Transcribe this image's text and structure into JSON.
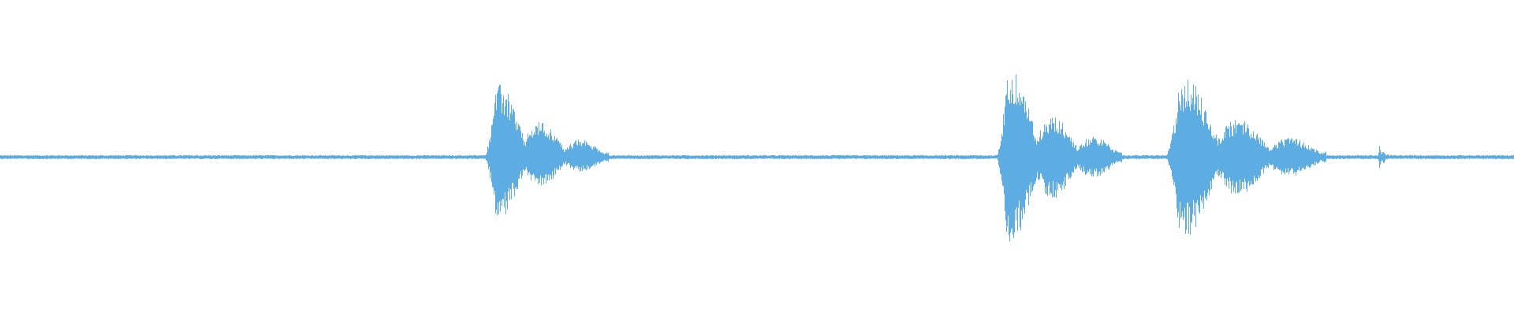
{
  "waveform": {
    "color": "#5DADE2",
    "background": "#FFFFFF",
    "segments": [
      {
        "start": 0.32,
        "end": 0.402,
        "peak_up": 0.85,
        "peak_down": 0.72
      },
      {
        "start": 0.658,
        "end": 0.741,
        "peak_up": 1.0,
        "peak_down": 1.0
      },
      {
        "start": 0.77,
        "end": 0.876,
        "peak_up": 0.93,
        "peak_down": 0.93
      },
      {
        "start": 0.91,
        "end": 0.918,
        "peak_up": 0.15,
        "peak_down": 0.15
      }
    ]
  }
}
